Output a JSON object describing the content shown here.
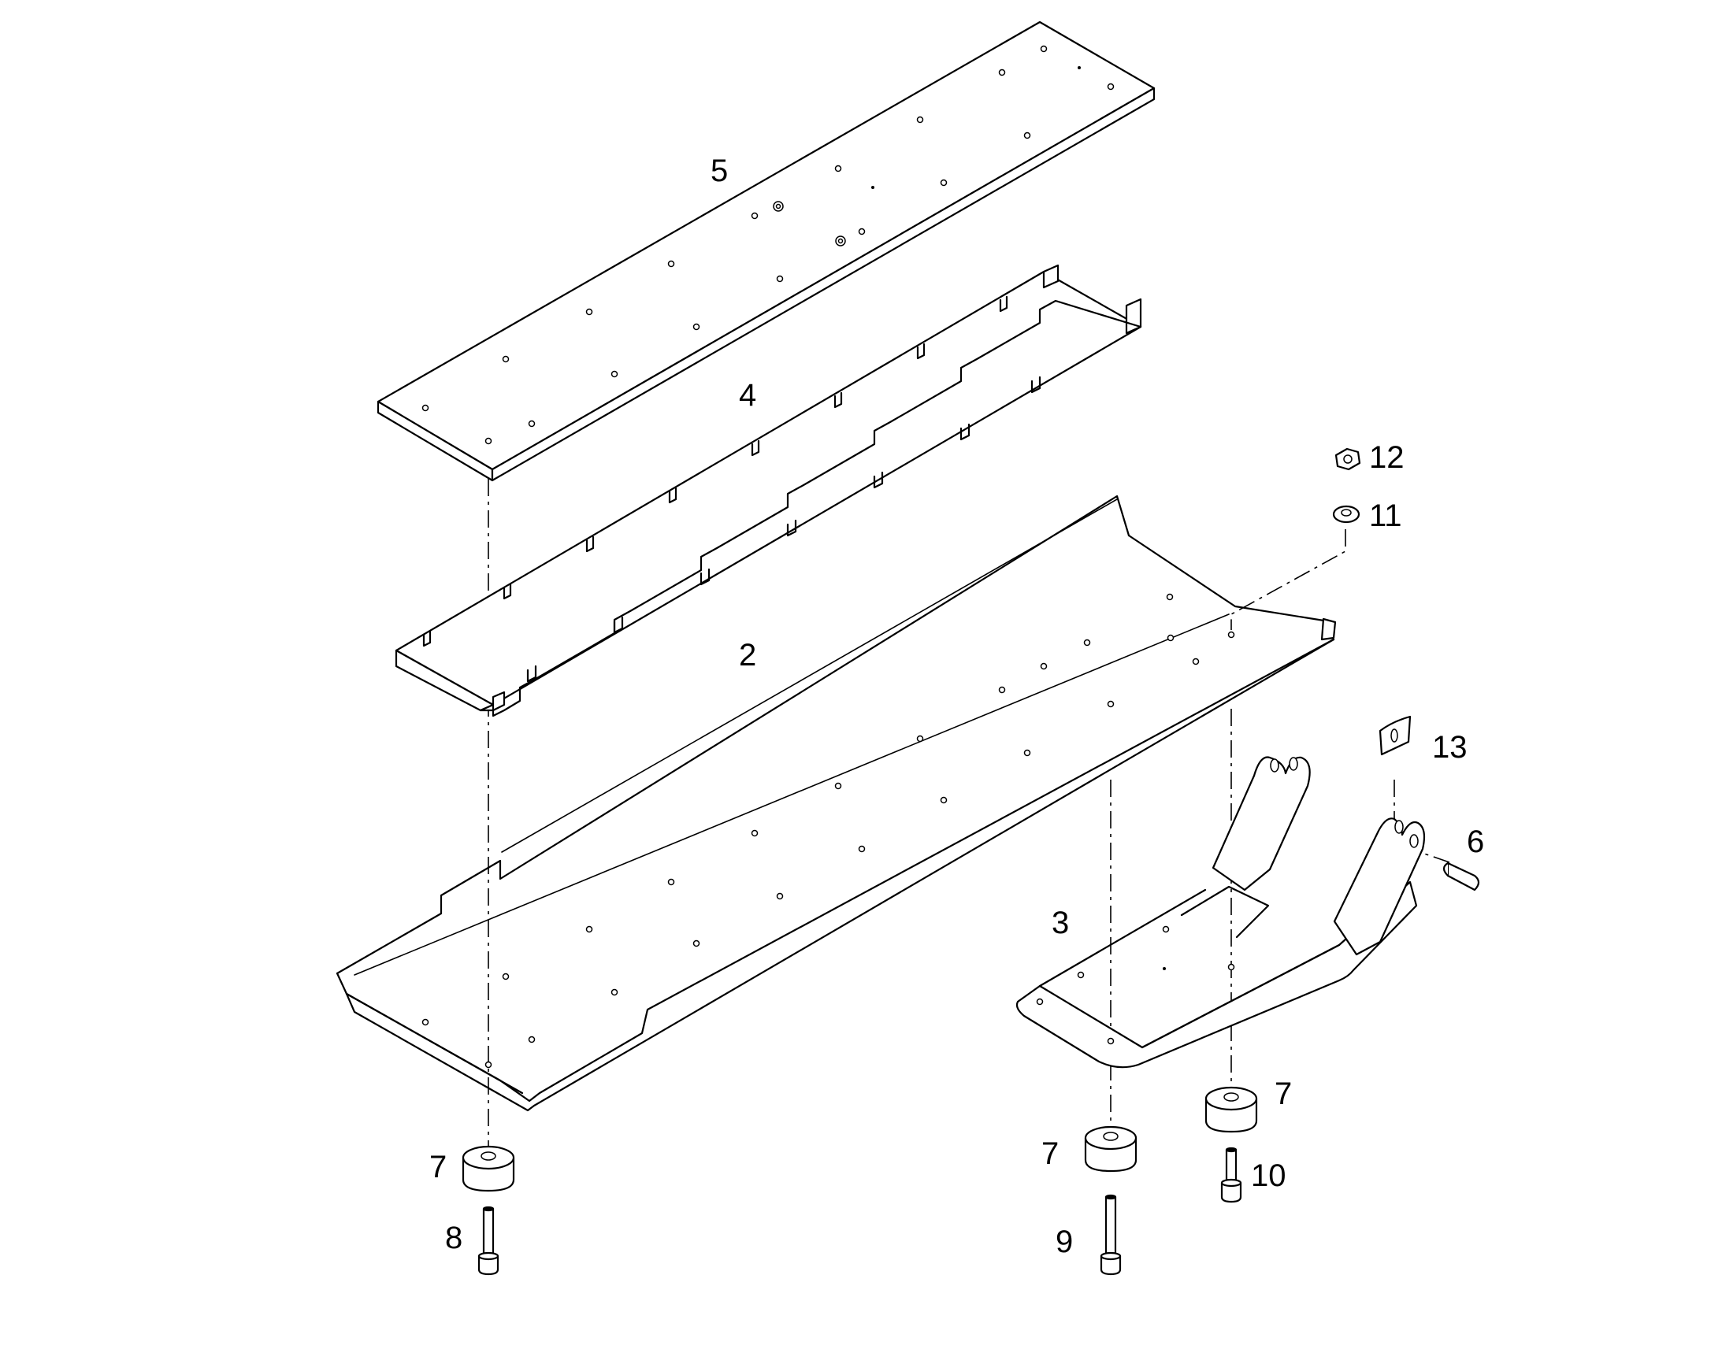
{
  "callouts": {
    "p2": "2",
    "p3": "3",
    "p4": "4",
    "p5": "5",
    "p6": "6",
    "p7a": "7",
    "p7b": "7",
    "p7c": "7",
    "p8": "8",
    "p9": "9",
    "p10": "10",
    "p11": "11",
    "p12": "12",
    "p13": "13"
  }
}
